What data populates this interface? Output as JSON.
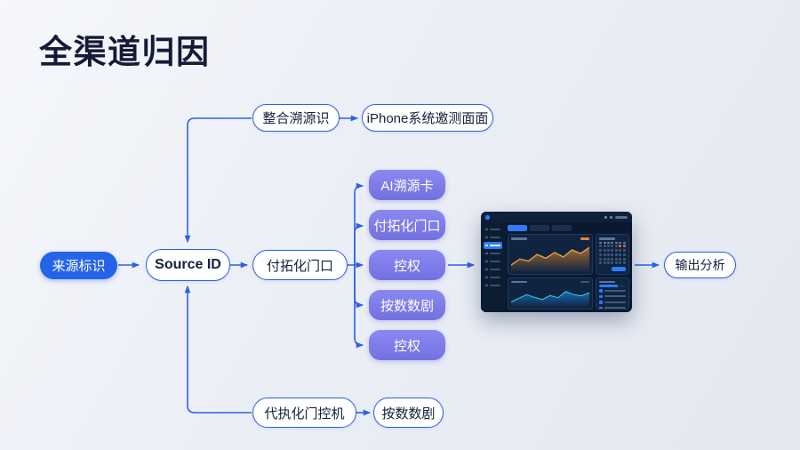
{
  "title": "全渠道归因",
  "colors": {
    "accent_blue": "#2b62e3",
    "node_blue_fill": "#2563e8",
    "node_purple": "#7e7ce8",
    "title_text": "#141b36",
    "dashboard_bg": "#0b1930",
    "dashboard_accent": "#2e7cf6",
    "chart_top_line": "#f2a93b",
    "chart_bottom_line": "#3bd4e6",
    "calendar_highlight": "#e2603a"
  },
  "nodes": {
    "source_label": {
      "label": "来源标识"
    },
    "source_id": {
      "label": "Source ID"
    },
    "top_branch": {
      "label": "整合溯源识"
    },
    "top_result": {
      "label": "iPhone系统邀测面面"
    },
    "mid_branch": {
      "label": "付拓化门口"
    },
    "purple_items": [
      {
        "label": "AI溯源卡"
      },
      {
        "label": "付拓化门口"
      },
      {
        "label": "控权"
      },
      {
        "label": "按数数剧"
      },
      {
        "label": "控权"
      }
    ],
    "output": {
      "label": "输出分析"
    },
    "bottom_branch": {
      "label": "代执化门控机"
    },
    "bottom_result": {
      "label": "按数数剧"
    }
  },
  "dashboard": {
    "sidebar_item_count": 8,
    "sidebar_active_index": 2,
    "tab_count": 3,
    "tab_active_index": 0,
    "chart_top": {
      "type": "area",
      "values": [
        18,
        42,
        34,
        60,
        45,
        68,
        50,
        78,
        64,
        88
      ]
    },
    "chart_bottom": {
      "type": "area",
      "values": [
        15,
        35,
        55,
        40,
        28,
        50,
        38,
        72,
        55,
        48,
        65
      ]
    },
    "calendar": {
      "cols": 7,
      "rows": 6,
      "highlight_cells": [
        12,
        13
      ]
    },
    "list_row_count": 4,
    "progress_percent": 70
  }
}
